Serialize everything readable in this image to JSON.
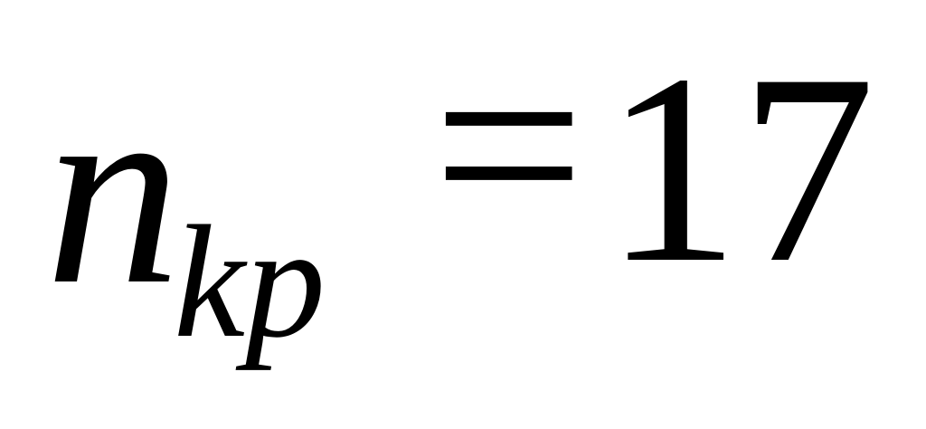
{
  "formula": {
    "variable": "n",
    "subscript": "kp",
    "operator": "=",
    "value": "17"
  }
}
